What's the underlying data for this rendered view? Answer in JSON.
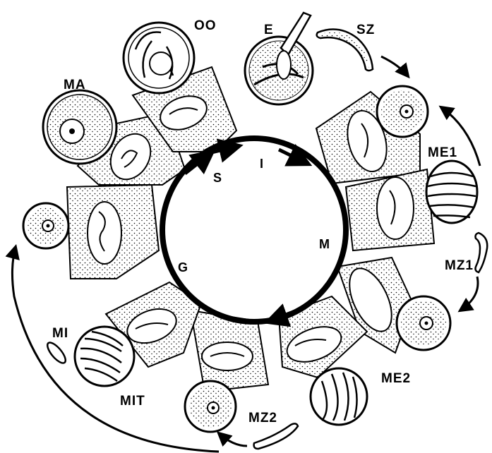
{
  "labels": {
    "oo": "OO",
    "e": "E",
    "sz": "SZ",
    "ma": "MA",
    "me1": "ME1",
    "mz1": "MZ1",
    "me2": "ME2",
    "mz2": "MZ2",
    "mit": "MIT",
    "mi": "MI"
  },
  "phases": {
    "s": "S",
    "i": "I",
    "m": "M",
    "g": "G"
  },
  "colors": {
    "ink": "#000000",
    "paper": "#ffffff"
  }
}
